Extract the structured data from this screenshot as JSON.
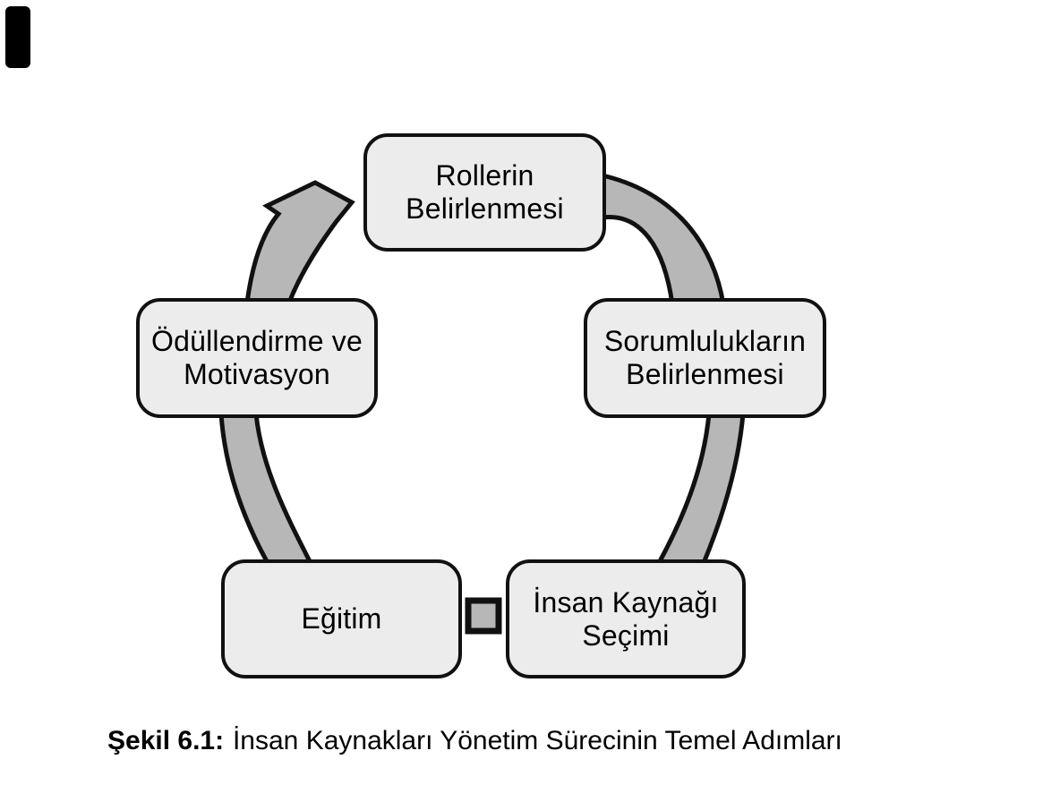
{
  "page": {
    "background": "#ffffff",
    "has_scan_artifact_mark": true
  },
  "figure": {
    "type": "cycle-diagram",
    "colors": {
      "node_fill": "#ececec",
      "node_border": "#111111",
      "arrow_fill": "#b7b7b7",
      "arrow_border": "#111111"
    },
    "nodes": [
      {
        "id": "rollerin",
        "lines": [
          "Rollerin",
          "Belirlenmesi"
        ]
      },
      {
        "id": "sorumluluklar",
        "lines": [
          "Sorumlulukların",
          "Belirlenmesi"
        ]
      },
      {
        "id": "insan-kaynagi",
        "lines": [
          "İnsan Kaynağı",
          "Seçimi"
        ]
      },
      {
        "id": "egitim",
        "lines": [
          "Eğitim"
        ]
      },
      {
        "id": "odullendirme",
        "lines": [
          "Ödüllendirme ve",
          "Motivasyon"
        ]
      }
    ],
    "caption": {
      "label": "Şekil 6.1:",
      "text": "İnsan Kaynakları Yönetim Sürecinin Temel Adımları"
    }
  }
}
